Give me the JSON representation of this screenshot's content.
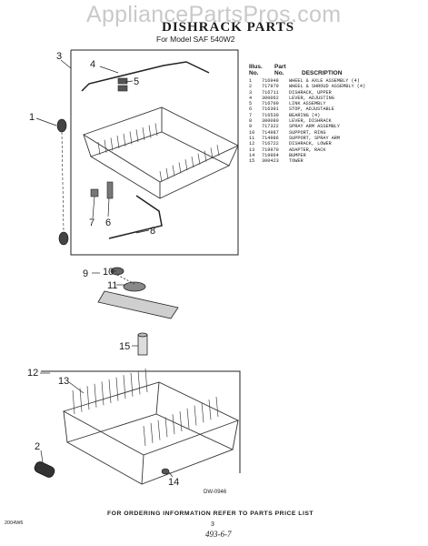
{
  "watermark": "AppliancePartsPros.com",
  "title": "DISHRACK PARTS",
  "subtitle": "For Model SAF 540W2",
  "table": {
    "headers": {
      "illus": "Illus.",
      "no": "No.",
      "part": "Part",
      "partno": "No.",
      "desc": "DESCRIPTION"
    },
    "rows": [
      {
        "n": "1",
        "part": "716948",
        "desc": "WHEEL & AXLE ASSEMBLY (4)"
      },
      {
        "n": "2",
        "part": "717979",
        "desc": "WHEEL & SHROUD ASSEMBLY (4)"
      },
      {
        "n": "3",
        "part": "716711",
        "desc": "DISHRACK, UPPER"
      },
      {
        "n": "4",
        "part": "300062",
        "desc": "LEVER, ADJUSTING"
      },
      {
        "n": "5",
        "part": "716700",
        "desc": "LINK ASSEMBLY"
      },
      {
        "n": "6",
        "part": "716391",
        "desc": "STOP, ADJUSTABLE"
      },
      {
        "n": "7",
        "part": "716530",
        "desc": "BEARING (4)"
      },
      {
        "n": "8",
        "part": "300080",
        "desc": "LEVER, DISHRACK"
      },
      {
        "n": "9",
        "part": "717322",
        "desc": "SPRAY ARM ASSEMBLY"
      },
      {
        "n": "10",
        "part": "714987",
        "desc": "SUPPORT, RING"
      },
      {
        "n": "11",
        "part": "714986",
        "desc": "SUPPORT, SPRAY ARM"
      },
      {
        "n": "12",
        "part": "716722",
        "desc": "DISHRACK, LOWER"
      },
      {
        "n": "13",
        "part": "719970",
        "desc": "ADAPTER, RACK"
      },
      {
        "n": "14",
        "part": "719964",
        "desc": "BUMPER"
      },
      {
        "n": "15",
        "part": "300423",
        "desc": "TOWER"
      }
    ]
  },
  "callouts": [
    "1",
    "2",
    "3",
    "4",
    "5",
    "6",
    "7",
    "8",
    "9",
    "10",
    "11",
    "12",
    "13",
    "14",
    "15"
  ],
  "figure_number": "DW-0946",
  "footer": "FOR ORDERING INFORMATION REFER TO PARTS PRICE LIST",
  "page_number": "3",
  "handwritten_note": "493-6-7",
  "doc_id": "2004W6"
}
